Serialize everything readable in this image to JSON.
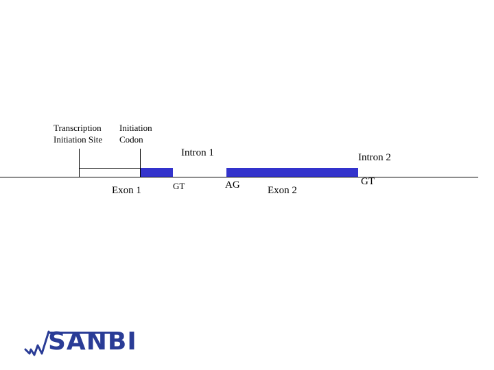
{
  "diagram": {
    "labels": {
      "tss_line1": "Transcription",
      "tss_line2": "Initiation Site",
      "codon_line1": "Initiation",
      "codon_line2": "Codon",
      "intron1": "Intron 1",
      "intron2": "Intron 2",
      "exon1": "Exon 1",
      "exon2": "Exon 2",
      "gt1": "GT",
      "ag": "AG",
      "gt2": "GT"
    },
    "colors": {
      "exon": "#3333cc",
      "logo": "#2a3c96"
    }
  },
  "logo": {
    "text": "SANBI"
  }
}
